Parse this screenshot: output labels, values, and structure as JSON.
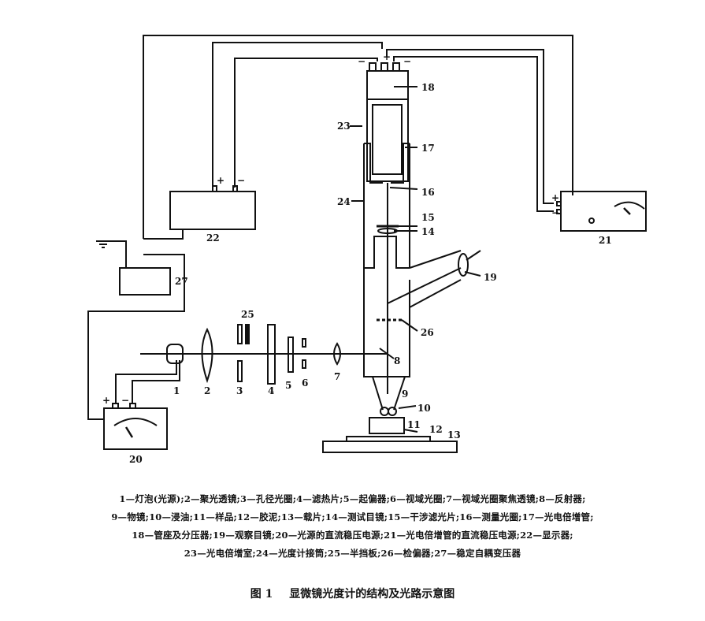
{
  "figure": {
    "labels": {
      "l1": "1",
      "l2": "2",
      "l3": "3",
      "l4": "4",
      "l5": "5",
      "l6": "6",
      "l7": "7",
      "l8": "8",
      "l9": "9",
      "l10": "10",
      "l11": "11",
      "l12": "12",
      "l13": "13",
      "l14": "14",
      "l15": "15",
      "l16": "16",
      "l17": "17",
      "l18": "18",
      "l19": "19",
      "l20": "20",
      "l21": "21",
      "l22": "22",
      "l23": "23",
      "l24": "24",
      "l25": "25",
      "l26": "26",
      "l27": "27"
    },
    "signs": {
      "plus": "+",
      "minus": "−"
    },
    "legend_lines": [
      "1—灯泡(光源);2—聚光透镜;3—孔径光圈;4—滤热片;5—起偏器;6—视域光圈;7—视域光圈聚焦透镜;8—反射器;",
      "9—物镜;10—浸油;11—样品;12—胶泥;13—载片;14—测试目镜;15—干涉滤光片;16—测量光圈;17—光电倍增管;",
      "18—管座及分压器;19—观察目镜;20—光源的直流稳压电源;21—光电倍增管的直流稳压电源;22—显示器;",
      "23—光电倍增室;24—光度计接筒;25—半挡板;26—检偏器;27—稳定自耦变压器"
    ],
    "caption": {
      "number": "图 1",
      "title": "显微镜光度计的结构及光路示意图"
    }
  }
}
